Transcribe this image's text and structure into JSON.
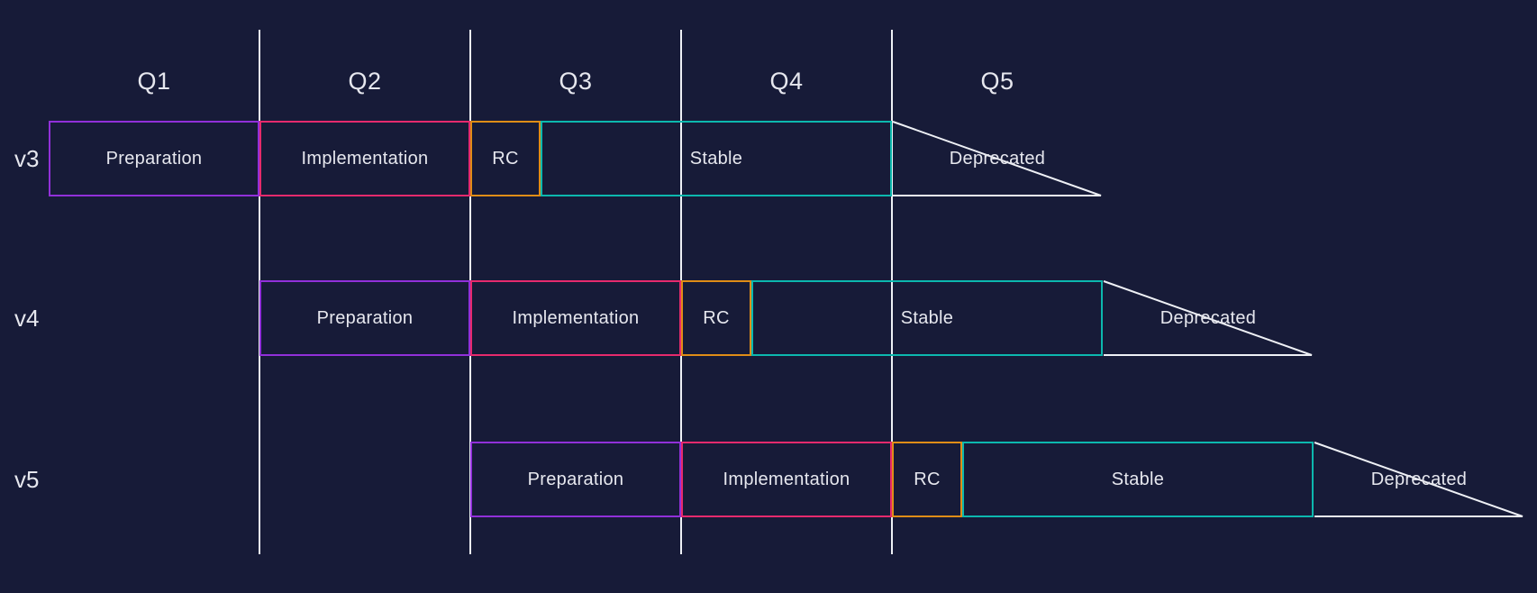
{
  "colors": {
    "background": "#171b38",
    "grid": "#eef0f5",
    "text": "#e6e7ee",
    "preparation": "#9130d9",
    "implementation": "#e62a6d",
    "rc": "#df8d17",
    "stable": "#0cb8ae",
    "deprecated": "#eef0f5"
  },
  "quarters": [
    "Q1",
    "Q2",
    "Q3",
    "Q4",
    "Q5"
  ],
  "rows": [
    {
      "version": "v3",
      "phases": [
        {
          "label": "Preparation",
          "type": "preparation",
          "start": 0,
          "duration": 1
        },
        {
          "label": "Implementation",
          "type": "implementation",
          "start": 1,
          "duration": 1
        },
        {
          "label": "RC",
          "type": "rc",
          "start": 2,
          "duration": 0.3333
        },
        {
          "label": "Stable",
          "type": "stable",
          "start": 2.3333,
          "duration": 1.6667
        },
        {
          "label": "Deprecated",
          "type": "deprecated",
          "start": 4,
          "duration": 1
        }
      ]
    },
    {
      "version": "v4",
      "phases": [
        {
          "label": "Preparation",
          "type": "preparation",
          "start": 1,
          "duration": 1
        },
        {
          "label": "Implementation",
          "type": "implementation",
          "start": 2,
          "duration": 1
        },
        {
          "label": "RC",
          "type": "rc",
          "start": 3,
          "duration": 0.3333
        },
        {
          "label": "Stable",
          "type": "stable",
          "start": 3.3333,
          "duration": 1.6667
        },
        {
          "label": "Deprecated",
          "type": "deprecated",
          "start": 5,
          "duration": 1
        }
      ]
    },
    {
      "version": "v5",
      "phases": [
        {
          "label": "Preparation",
          "type": "preparation",
          "start": 2,
          "duration": 1
        },
        {
          "label": "Implementation",
          "type": "implementation",
          "start": 3,
          "duration": 1
        },
        {
          "label": "RC",
          "type": "rc",
          "start": 4,
          "duration": 0.3333
        },
        {
          "label": "Stable",
          "type": "stable",
          "start": 4.3333,
          "duration": 1.6667
        },
        {
          "label": "Deprecated",
          "type": "deprecated",
          "start": 6,
          "duration": 1
        }
      ]
    }
  ]
}
